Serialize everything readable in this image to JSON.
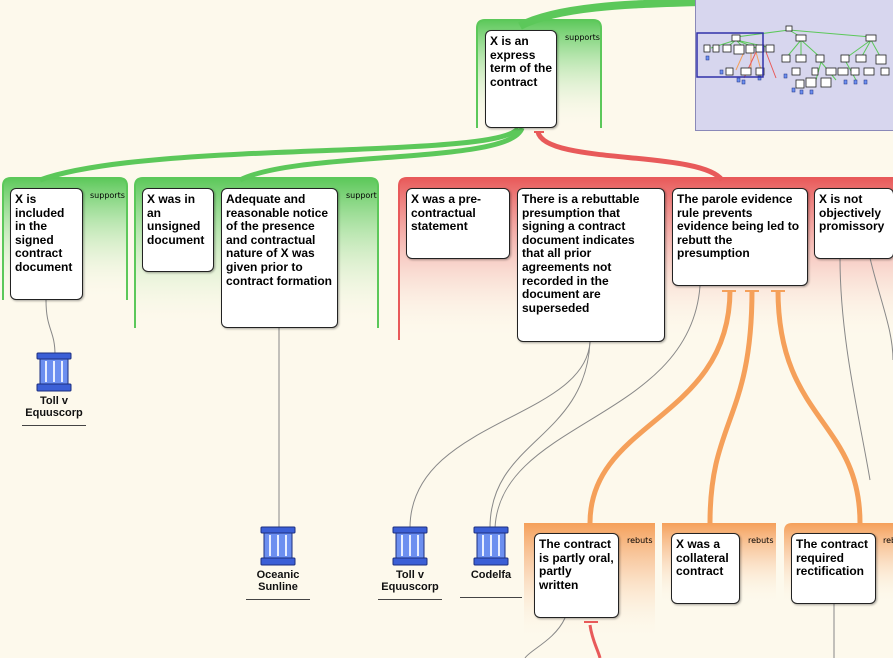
{
  "colors": {
    "background": "#fdf9ec",
    "supports": "#5cc85a",
    "opposes": "#e85a5a",
    "rebuts": "#f5a05a",
    "minimap_background": "#d7d6ee",
    "minimap_viewport": "#3030a8"
  },
  "nodes": {
    "root": "X is an express term of the contract",
    "included": "X is included in the signed contract document",
    "unsigned": "X was in an unsigned document",
    "notice": "Adequate and reasonable notice of the presence and contractual nature of X was given prior to contract formation",
    "precontractual": "X was a pre-contractual statement",
    "presumption": "There is a rebuttable presumption that signing a contract document indicates that all prior agreements not recorded in the document are superseded",
    "parole": "The parole evidence rule prevents evidence being led to rebutt the presumption",
    "promissory": "X is not objectively promissory",
    "partly_oral": "The contract is partly oral, partly written",
    "collateral": "X was a collateral contract",
    "rectification": "The contract required rectification"
  },
  "relations": {
    "root_supports": "supports",
    "included_supports": "supports",
    "notice_supports": "support",
    "rebuts_1": "rebuts",
    "rebuts_2": "rebuts",
    "rebuts_3": "rebuts"
  },
  "cases": {
    "toll_1": "Toll v Equuscorp",
    "oceanic": "Oceanic Sunline",
    "toll_2": "Toll v Equuscorp",
    "codelfa": "Codelfa"
  },
  "icons": {
    "case_icon": "column-pillar-icon"
  }
}
